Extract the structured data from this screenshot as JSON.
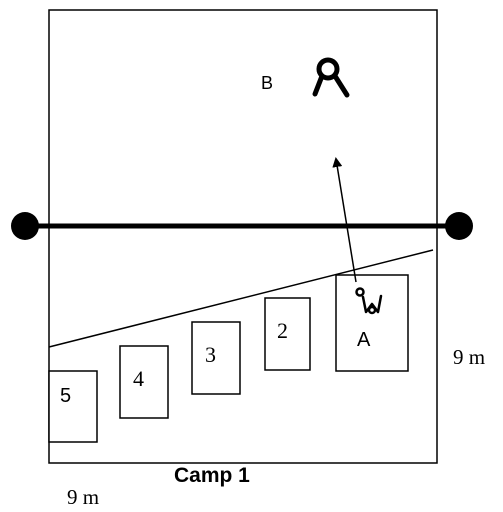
{
  "diagram": {
    "title": "Camp 1",
    "width_label": "9 m",
    "length_label": "9 m",
    "zone_b_label": "B",
    "zone_a_label": "A",
    "boxes": [
      {
        "label": "2"
      },
      {
        "label": "3"
      },
      {
        "label": "4"
      },
      {
        "label": "5"
      }
    ],
    "colors": {
      "ink": "#000000",
      "background": "#ffffff"
    }
  }
}
